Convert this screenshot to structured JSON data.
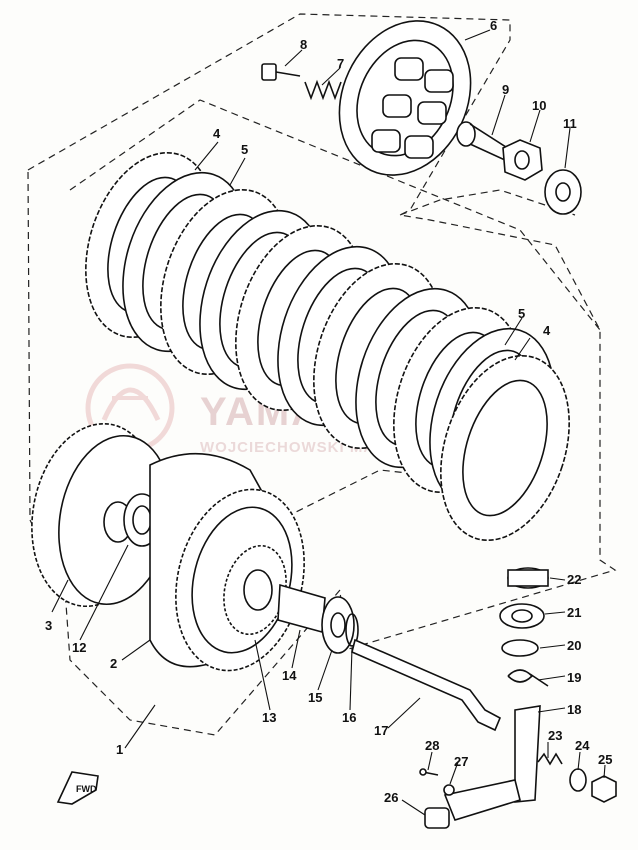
{
  "watermark": {
    "brand": "YAMAHA·PARTS",
    "owner": "WOJCIECHOWSKI MARCIN BALICKI ANNA"
  },
  "direction_marker": "FWD",
  "callouts": [
    "1",
    "2",
    "3",
    "4",
    "4",
    "5",
    "5",
    "6",
    "7",
    "8",
    "9",
    "10",
    "11",
    "12",
    "13",
    "14",
    "15",
    "16",
    "17",
    "18",
    "19",
    "20",
    "21",
    "22",
    "23",
    "24",
    "25",
    "26",
    "27",
    "28"
  ],
  "colors": {
    "ink": "#111111",
    "paper": "#fdfdfb",
    "watermark": "#e7d2d2"
  }
}
